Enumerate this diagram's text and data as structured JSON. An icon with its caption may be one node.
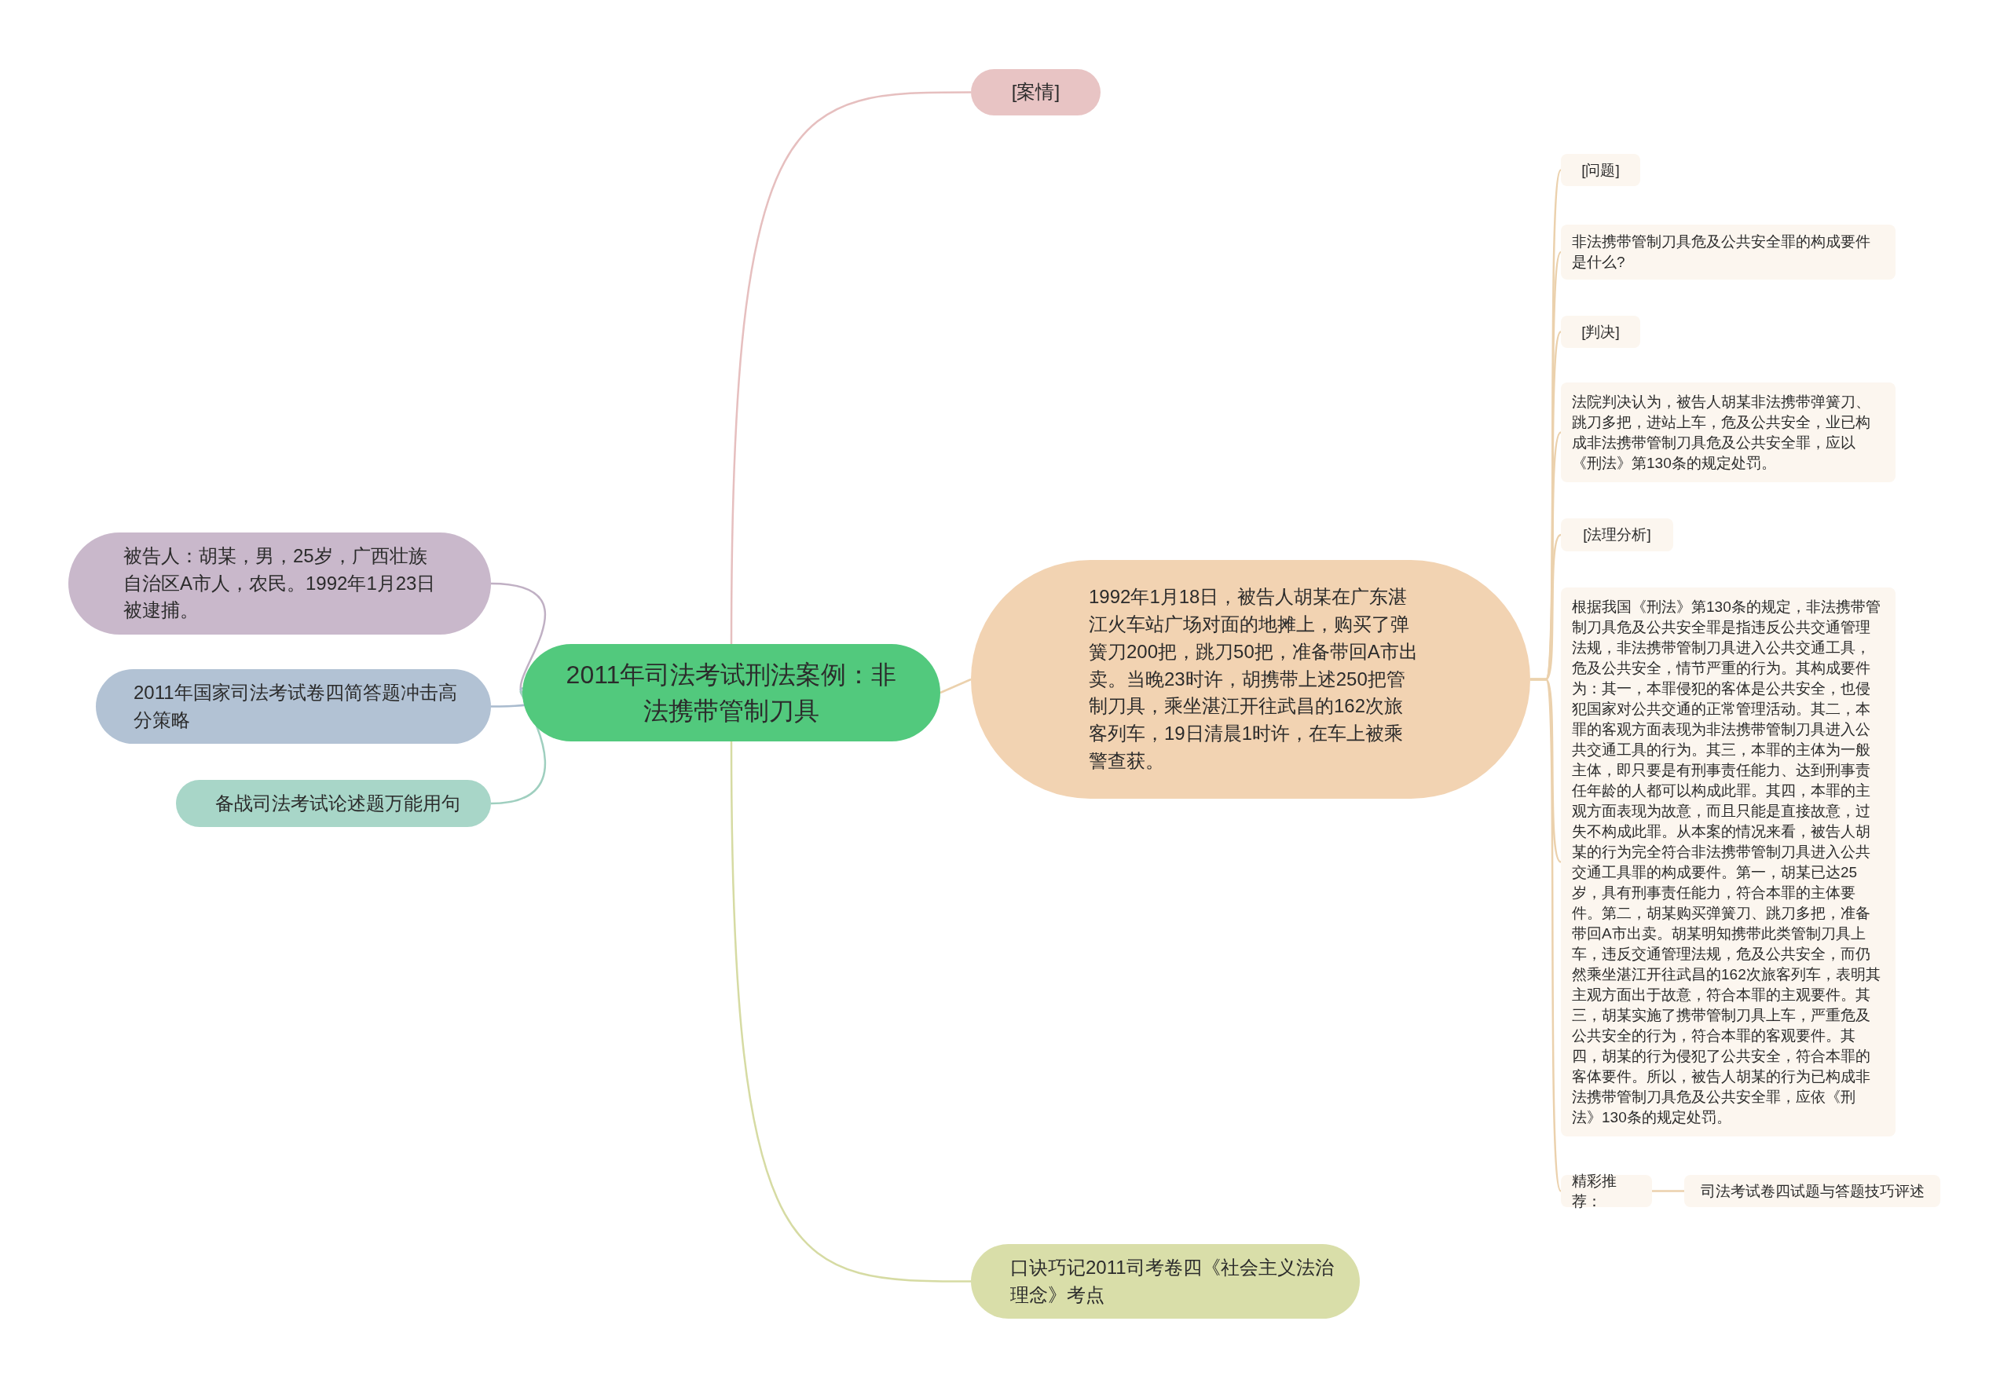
{
  "diagram": {
    "nodes": [
      {
        "text": [
          "2011年司法考试刑法案例：非法携带管制刀具"
        ]
      },
      {
        "text": [
          "[案情]"
        ]
      },
      {
        "text": [
          "1992年1月18日，被告人胡某在广东湛江火车站广场对面的地摊上，购买了弹簧刀200把，跳刀50把，准备带回A市出卖。当晚23时许，胡携带上述250把管制刀具，乘坐湛江开往武昌的162次旅客列车，19日清晨1时许，在车上被乘警查获。"
        ]
      },
      {
        "text": [
          "[问题]"
        ]
      },
      {
        "text": [
          "非法携带管制刀具危及公共安全罪的构成要件是什么?"
        ]
      },
      {
        "text": [
          "[判决]"
        ]
      },
      {
        "text": [
          "法院判决认为，被告人胡某非法携带弹簧刀、跳刀多把，进站上车，危及公共安全，业已构成非法携带管制刀具危及公共安全罪，应以《刑法》第130条的规定处罚。"
        ]
      },
      {
        "text": [
          "[法理分析]"
        ]
      },
      {
        "text": [
          "根据我国《刑法》第130条的规定，非法携带管制刀具危及公共安全罪是指违反公共交通管理法规，非法携带管制刀具进入公共交通工具，危及公共安全，情节严重的行为。其构成要件为：其一，本罪侵犯的客体是公共安全，也侵犯国家对公共交通的正常管理活动。其二，本罪的客观方面表现为非法携带管制刀具进入公共交通工具的行为。其三，本罪的主体为一般主体，即只要是有刑事责任能力、达到刑事责任年龄的人都可以构成此罪。其四，本罪的主观方面表现为故意，而且只能是直接故意，过失不构成此罪。从本案的情况来看，被告人胡某的行为完全符合非法携带管制刀具进入公共交通工具罪的构成要件。第一，胡某已达25岁，具有刑事责任能力，符合本罪的主体要件。第二，胡某购买弹簧刀、跳刀多把，准备带回A市出卖。胡某明知携带此类管制刀具上车，违反交通管理法规，危及公共安全，而仍然乘坐湛江开往武昌的162次旅客列车，表明其主观方面出于故意，符合本罪的主观要件。其三，胡某实施了携带管制刀具上车，严重危及公共安全的行为，符合本罪的客观要件。其四，胡某的行为侵犯了公共安全，符合本罪的客体要件。所以，被告人胡某的行为已构成非法携带管制刀具危及公共安全罪，应依《刑法》130条的规定处罚。"
        ]
      },
      {
        "text": [
          "精彩推荐："
        ]
      },
      {
        "text": [
          "司法考试卷四试题与答题技巧评述"
        ]
      },
      {
        "text": [
          "口诀巧记2011司考卷四《社会主义法治理念》考点"
        ]
      },
      {
        "text": [
          "被告人：胡某，男，25岁，广西壮族自治区A市人，农民。1992年1月23日被逮捕。"
        ]
      },
      {
        "text": [
          "2011年国家司法考试卷四简答题冲击高分策略"
        ]
      },
      {
        "text": [
          "备战司法考试论述题万能用句"
        ]
      }
    ],
    "edges": [
      {
        "from": 0,
        "to": 1,
        "arrow": "none",
        "color": "#e6bfbf"
      },
      {
        "from": 0,
        "to": 2,
        "arrow": "none"
      },
      {
        "from": 2,
        "to": 3,
        "arrow": "none"
      },
      {
        "from": 2,
        "to": 4,
        "arrow": "none"
      },
      {
        "from": 2,
        "to": 5,
        "arrow": "none"
      },
      {
        "from": 2,
        "to": 6,
        "arrow": "none"
      },
      {
        "from": 2,
        "to": 7,
        "arrow": "none"
      },
      {
        "from": 2,
        "to": 8,
        "arrow": "none"
      },
      {
        "from": 2,
        "to": 9,
        "arrow": "none"
      },
      {
        "from": 9,
        "to": 10,
        "arrow": "none"
      },
      {
        "from": 0,
        "to": 11,
        "arrow": "none",
        "color": "#d6dba3"
      },
      {
        "from": 0,
        "to": 12,
        "arrow": "none",
        "color": "#c0b0c4"
      },
      {
        "from": 0,
        "to": 13,
        "arrow": "none",
        "color": "#a9bbce"
      },
      {
        "from": 0,
        "to": 14,
        "arrow": "none",
        "color": "#9fcfbf"
      }
    ]
  }
}
